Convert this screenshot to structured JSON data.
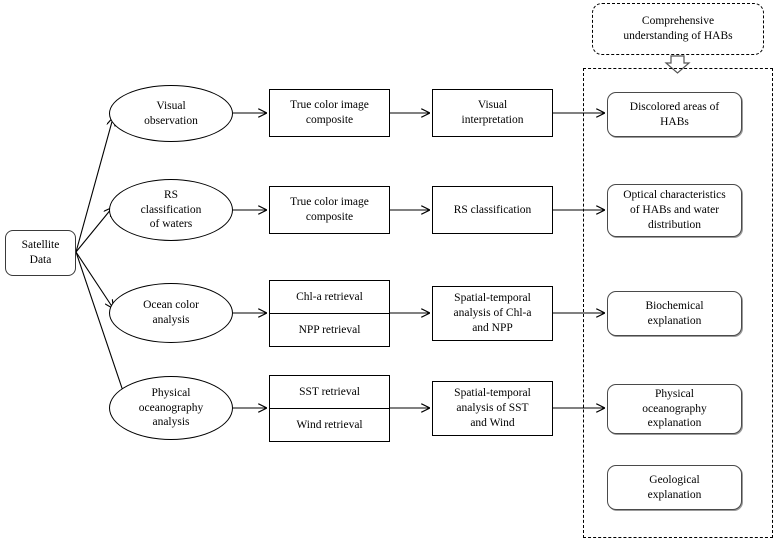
{
  "diagram": {
    "title_node": {
      "label_line1": "Comprehensive",
      "label_line2": "understanding of HABs"
    },
    "source": {
      "label_line1": "Satellite",
      "label_line2": "Data"
    },
    "methods": [
      {
        "id": "visual-observation",
        "line1": "Visual",
        "line2": "observation",
        "line3": ""
      },
      {
        "id": "rs-classification",
        "line1": "RS",
        "line2": "classification",
        "line3": "of waters"
      },
      {
        "id": "ocean-color-analysis",
        "line1": "Ocean color",
        "line2": "analysis",
        "line3": ""
      },
      {
        "id": "physical-oceanography",
        "line1": "Physical",
        "line2": "oceanography",
        "line3": "analysis"
      }
    ],
    "products": [
      {
        "id": "true-color-image-composite-1",
        "type": "single",
        "line1": "True color image",
        "line2": "composite"
      },
      {
        "id": "true-color-image-composite-2",
        "type": "single",
        "line1": "True color image",
        "line2": "composite"
      },
      {
        "id": "chla-npp-retrieval",
        "type": "split",
        "top": "Chl-a retrieval",
        "bottom": "NPP retrieval"
      },
      {
        "id": "sst-wind-retrieval",
        "type": "split",
        "top": "SST retrieval",
        "bottom": "Wind retrieval"
      }
    ],
    "analyses": [
      {
        "id": "visual-interpretation",
        "line1": "Visual",
        "line2": "interpretation",
        "line3": ""
      },
      {
        "id": "rs-classification-analysis",
        "line1": "RS classification",
        "line2": "",
        "line3": ""
      },
      {
        "id": "spatial-temporal-chla-npp",
        "line1": "Spatial-temporal",
        "line2": "analysis of Chl-a",
        "line3": "and NPP"
      },
      {
        "id": "spatial-temporal-sst-wind",
        "line1": "Spatial-temporal",
        "line2": "analysis of  SST",
        "line3": "and  Wind"
      }
    ],
    "outcomes": [
      {
        "id": "discolored-areas-of-habs",
        "line1": "Discolored areas of",
        "line2": "HABs",
        "line3": ""
      },
      {
        "id": "optical-characteristics",
        "line1": "Optical characteristics",
        "line2": "of HABs and water",
        "line3": "distribution"
      },
      {
        "id": "biochemical-explanation",
        "line1": "Biochemical",
        "line2": "explanation",
        "line3": ""
      },
      {
        "id": "physical-oceanography-expl",
        "line1": "Physical",
        "line2": "oceanography",
        "line3": "explanation"
      },
      {
        "id": "geological-explanation",
        "line1": "Geological",
        "line2": "explanation",
        "line3": ""
      }
    ],
    "colors": {
      "stroke": "#000000",
      "background": "#ffffff",
      "shadow": "#9a9a9a"
    }
  }
}
